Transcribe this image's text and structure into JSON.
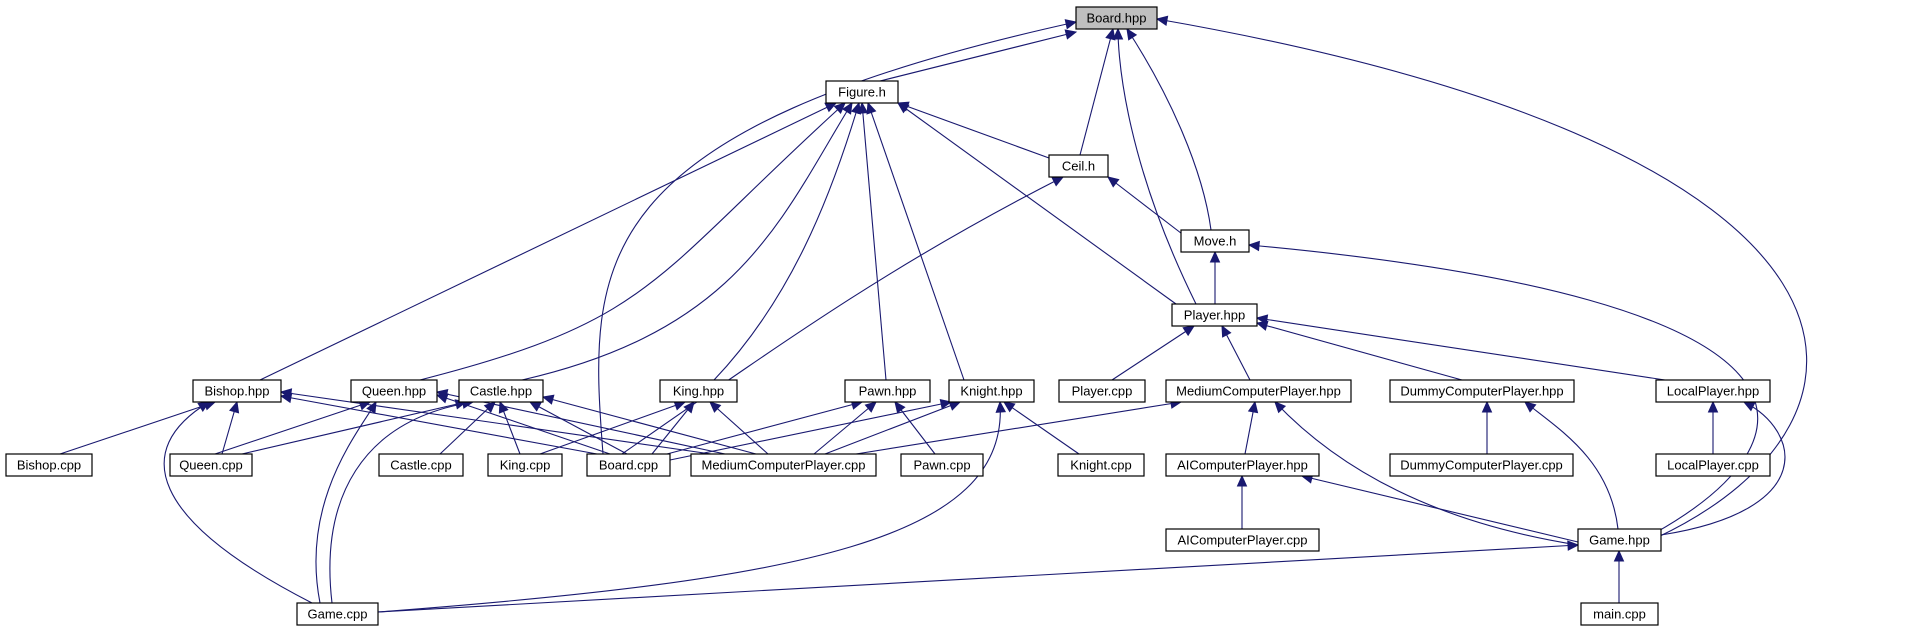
{
  "diagram": {
    "nodes": [
      {
        "id": "board_hpp",
        "label": "Board.hpp",
        "root": true
      },
      {
        "id": "figure_h",
        "label": "Figure.h"
      },
      {
        "id": "ceil_h",
        "label": "Ceil.h"
      },
      {
        "id": "move_h",
        "label": "Move.h"
      },
      {
        "id": "player_hpp",
        "label": "Player.hpp"
      },
      {
        "id": "bishop_hpp",
        "label": "Bishop.hpp"
      },
      {
        "id": "queen_hpp",
        "label": "Queen.hpp"
      },
      {
        "id": "castle_hpp",
        "label": "Castle.hpp"
      },
      {
        "id": "king_hpp",
        "label": "King.hpp"
      },
      {
        "id": "pawn_hpp",
        "label": "Pawn.hpp"
      },
      {
        "id": "knight_hpp",
        "label": "Knight.hpp"
      },
      {
        "id": "player_cpp",
        "label": "Player.cpp"
      },
      {
        "id": "medium_hpp",
        "label": "MediumComputerPlayer.hpp"
      },
      {
        "id": "dummy_hpp",
        "label": "DummyComputerPlayer.hpp"
      },
      {
        "id": "local_hpp",
        "label": "LocalPlayer.hpp"
      },
      {
        "id": "bishop_cpp",
        "label": "Bishop.cpp"
      },
      {
        "id": "queen_cpp",
        "label": "Queen.cpp"
      },
      {
        "id": "castle_cpp",
        "label": "Castle.cpp"
      },
      {
        "id": "king_cpp",
        "label": "King.cpp"
      },
      {
        "id": "board_cpp",
        "label": "Board.cpp"
      },
      {
        "id": "medium_cpp",
        "label": "MediumComputerPlayer.cpp"
      },
      {
        "id": "pawn_cpp",
        "label": "Pawn.cpp"
      },
      {
        "id": "knight_cpp",
        "label": "Knight.cpp"
      },
      {
        "id": "ai_hpp",
        "label": "AIComputerPlayer.hpp"
      },
      {
        "id": "dummy_cpp",
        "label": "DummyComputerPlayer.cpp"
      },
      {
        "id": "local_cpp",
        "label": "LocalPlayer.cpp"
      },
      {
        "id": "ai_cpp",
        "label": "AIComputerPlayer.cpp"
      },
      {
        "id": "game_hpp",
        "label": "Game.hpp"
      },
      {
        "id": "game_cpp",
        "label": "Game.cpp"
      },
      {
        "id": "main_cpp",
        "label": "main.cpp"
      }
    ],
    "edges": [
      [
        "figure_h",
        "board_hpp"
      ],
      [
        "board_cpp",
        "board_hpp"
      ],
      [
        "ceil_h",
        "board_hpp"
      ],
      [
        "move_h",
        "board_hpp"
      ],
      [
        "player_hpp",
        "board_hpp"
      ],
      [
        "game_hpp",
        "board_hpp"
      ],
      [
        "ceil_h",
        "figure_h"
      ],
      [
        "move_h",
        "ceil_h"
      ],
      [
        "board_cpp",
        "ceil_h"
      ],
      [
        "bishop_hpp",
        "figure_h"
      ],
      [
        "queen_hpp",
        "figure_h"
      ],
      [
        "castle_hpp",
        "figure_h"
      ],
      [
        "king_hpp",
        "figure_h"
      ],
      [
        "pawn_hpp",
        "figure_h"
      ],
      [
        "knight_hpp",
        "figure_h"
      ],
      [
        "player_hpp",
        "figure_h"
      ],
      [
        "player_hpp",
        "move_h"
      ],
      [
        "game_hpp",
        "move_h"
      ],
      [
        "player_cpp",
        "player_hpp"
      ],
      [
        "medium_hpp",
        "player_hpp"
      ],
      [
        "dummy_hpp",
        "player_hpp"
      ],
      [
        "local_hpp",
        "player_hpp"
      ],
      [
        "bishop_cpp",
        "bishop_hpp"
      ],
      [
        "queen_cpp",
        "bishop_hpp"
      ],
      [
        "board_cpp",
        "bishop_hpp"
      ],
      [
        "medium_cpp",
        "bishop_hpp"
      ],
      [
        "game_cpp",
        "bishop_hpp"
      ],
      [
        "queen_cpp",
        "queen_hpp"
      ],
      [
        "board_cpp",
        "queen_hpp"
      ],
      [
        "medium_cpp",
        "queen_hpp"
      ],
      [
        "game_cpp",
        "queen_hpp"
      ],
      [
        "castle_cpp",
        "castle_hpp"
      ],
      [
        "king_cpp",
        "castle_hpp"
      ],
      [
        "board_cpp",
        "castle_hpp"
      ],
      [
        "medium_cpp",
        "castle_hpp"
      ],
      [
        "queen_cpp",
        "castle_hpp"
      ],
      [
        "game_cpp",
        "castle_hpp"
      ],
      [
        "king_cpp",
        "king_hpp"
      ],
      [
        "board_cpp",
        "king_hpp"
      ],
      [
        "medium_cpp",
        "king_hpp"
      ],
      [
        "pawn_cpp",
        "pawn_hpp"
      ],
      [
        "board_cpp",
        "pawn_hpp"
      ],
      [
        "medium_cpp",
        "pawn_hpp"
      ],
      [
        "knight_cpp",
        "knight_hpp"
      ],
      [
        "board_cpp",
        "knight_hpp"
      ],
      [
        "medium_cpp",
        "knight_hpp"
      ],
      [
        "game_cpp",
        "knight_hpp"
      ],
      [
        "medium_cpp",
        "medium_hpp"
      ],
      [
        "ai_hpp",
        "medium_hpp"
      ],
      [
        "game_hpp",
        "medium_hpp"
      ],
      [
        "ai_cpp",
        "ai_hpp"
      ],
      [
        "game_hpp",
        "ai_hpp"
      ],
      [
        "dummy_cpp",
        "dummy_hpp"
      ],
      [
        "game_hpp",
        "dummy_hpp"
      ],
      [
        "local_cpp",
        "local_hpp"
      ],
      [
        "game_hpp",
        "local_hpp"
      ],
      [
        "game_cpp",
        "game_hpp"
      ],
      [
        "main_cpp",
        "game_hpp"
      ]
    ]
  },
  "colors": {
    "edge": "#191970",
    "root_fill": "#bfbfbf",
    "node_fill": "#ffffff",
    "node_stroke": "#000000"
  }
}
